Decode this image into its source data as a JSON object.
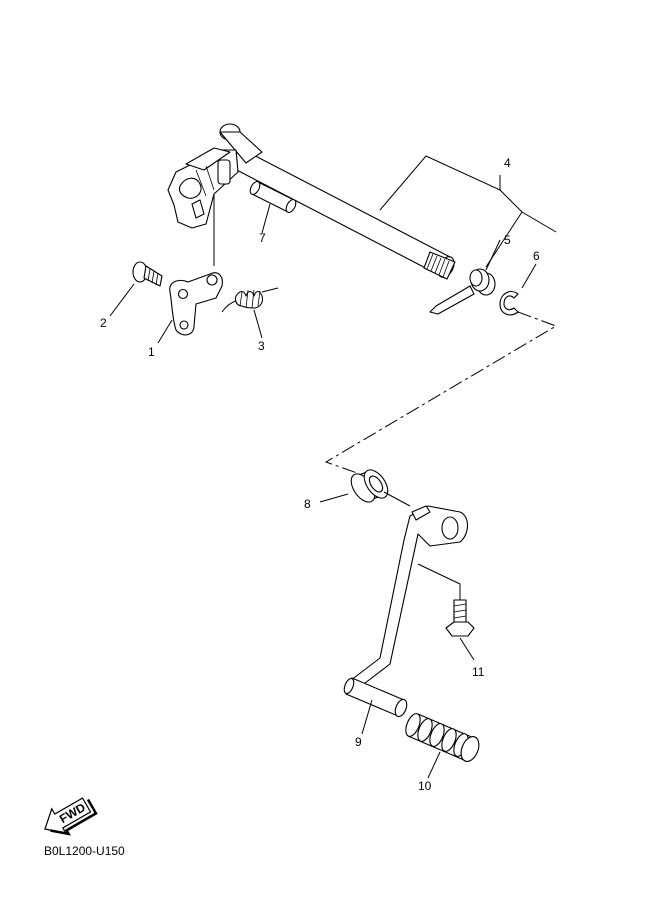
{
  "diagram_code": "B0L1200-U150",
  "fwd_label": "FWD",
  "callouts": [
    {
      "id": "1",
      "label": "1"
    },
    {
      "id": "2",
      "label": "2"
    },
    {
      "id": "3",
      "label": "3"
    },
    {
      "id": "4",
      "label": "4"
    },
    {
      "id": "5",
      "label": "5"
    },
    {
      "id": "6",
      "label": "6"
    },
    {
      "id": "7",
      "label": "7"
    },
    {
      "id": "8",
      "label": "8"
    },
    {
      "id": "9",
      "label": "9"
    },
    {
      "id": "10",
      "label": "10"
    },
    {
      "id": "11",
      "label": "11"
    }
  ]
}
